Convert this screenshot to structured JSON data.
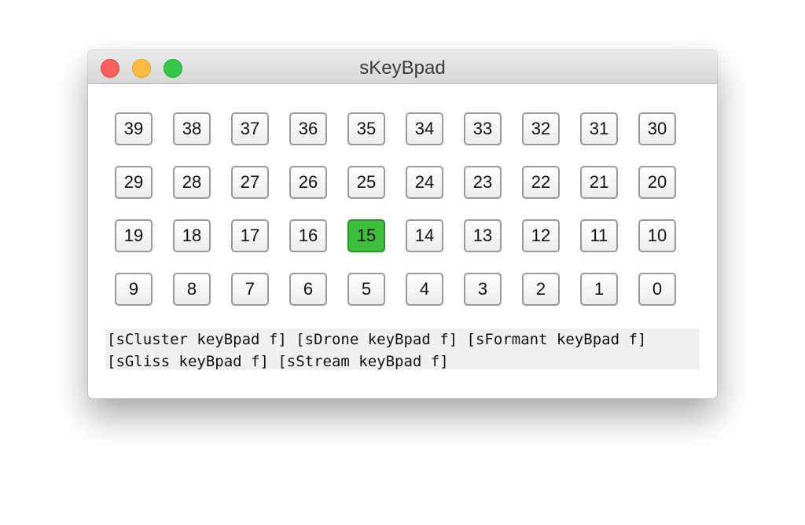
{
  "window": {
    "title": "sKeyBpad"
  },
  "keypad": {
    "active_key": "15",
    "active_color": "#3cbf3a",
    "rows": [
      [
        "39",
        "38",
        "37",
        "36",
        "35",
        "34",
        "33",
        "32",
        "31",
        "30"
      ],
      [
        "29",
        "28",
        "27",
        "26",
        "25",
        "24",
        "23",
        "22",
        "21",
        "20"
      ],
      [
        "19",
        "18",
        "17",
        "16",
        "15",
        "14",
        "13",
        "12",
        "11",
        "10"
      ],
      [
        "9",
        "8",
        "7",
        "6",
        "5",
        "4",
        "3",
        "2",
        "1",
        "0"
      ]
    ]
  },
  "output": {
    "lines": [
      "[sCluster keyBpad f] [sDrone keyBpad f] [sFormant keyBpad f]",
      "[sGliss keyBpad f] [sStream keyBpad f]"
    ]
  }
}
